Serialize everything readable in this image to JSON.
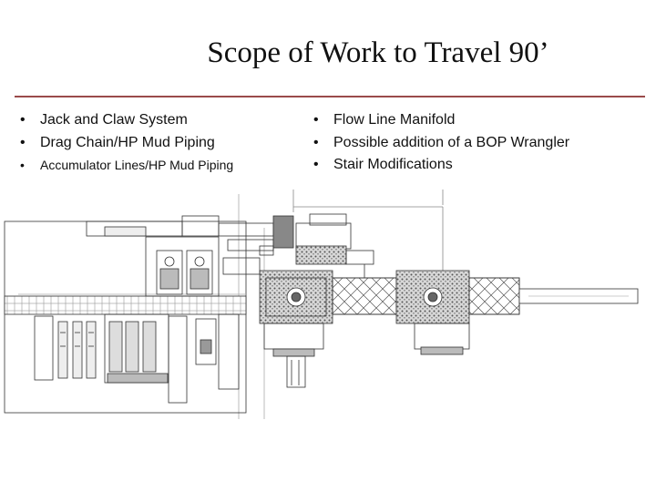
{
  "slide": {
    "title": "Scope of Work to Travel 90’",
    "accent_color": "#9a4a4a"
  },
  "bullets_left": [
    "Jack and Claw System",
    "Drag Chain/HP Mud Piping",
    "Accumulator Lines/HP Mud Piping"
  ],
  "bullets_right": [
    "Flow Line Manifold",
    "Possible addition of a BOP Wrangler",
    "Stair Modifications"
  ],
  "drawing": {
    "type": "rig-layout-plan-view"
  }
}
